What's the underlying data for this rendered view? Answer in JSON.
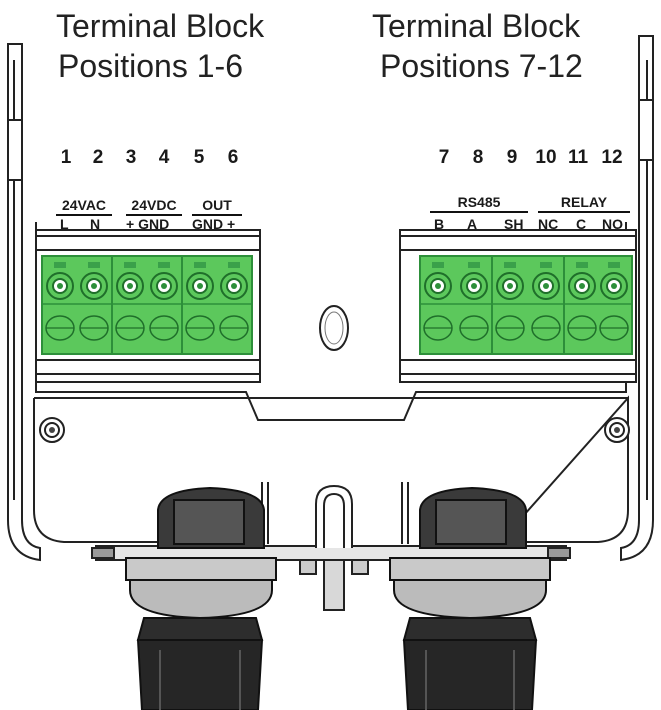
{
  "headings": {
    "left": [
      "Terminal Block",
      "Positions 1-6"
    ],
    "right": [
      "Terminal Block",
      "Positions 7-12"
    ]
  },
  "terminals_left": [
    "1",
    "2",
    "3",
    "4",
    "5",
    "6"
  ],
  "terminals_right": [
    "7",
    "8",
    "9",
    "10",
    "11",
    "12"
  ],
  "groups": {
    "ac": {
      "title": "24VAC",
      "pins": [
        "L",
        "N"
      ]
    },
    "dc": {
      "title": "24VDC",
      "pins": [
        "+ GND"
      ]
    },
    "out": {
      "title": "OUT",
      "pins": [
        "GND +"
      ]
    },
    "rs485": {
      "title": "RS485",
      "pins": [
        "B",
        "A",
        "SH"
      ]
    },
    "relay": {
      "title": "RELAY",
      "pins": [
        "NC",
        "C",
        "NO"
      ]
    }
  },
  "colors": {
    "terminal_green": "#5cc85c",
    "terminal_dark": "#2d8f3a",
    "outline": "#222222"
  }
}
